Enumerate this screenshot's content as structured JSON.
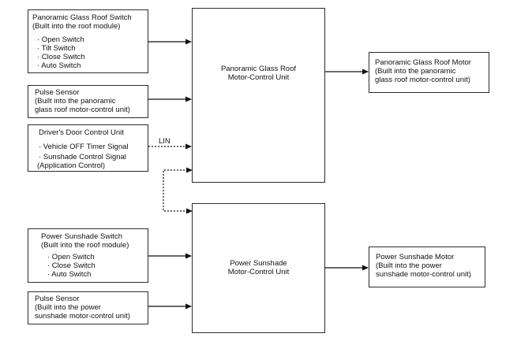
{
  "roof_switch": {
    "title": "Panoramic Glass Roof Switch",
    "subtitle": "(Built into the roof module)",
    "items": [
      "· Open Switch",
      "· Tilt Switch",
      "· Close Switch",
      "· Auto Switch"
    ]
  },
  "roof_pulse": {
    "title": "Pulse Sensor",
    "line1": "(Built into the panoramic",
    "line2": "glass roof motor-control unit)"
  },
  "door_unit": {
    "title": "Driver's Door Control Unit",
    "item1": "· Vehicle OFF Timer Signal",
    "item2": "· Sunshade Control Signal",
    "item3": "(Application Control)"
  },
  "lin_label": "LIN",
  "roof_ecu": {
    "line1": "Panoramic Glass Roof",
    "line2": "Motor-Control Unit"
  },
  "roof_motor": {
    "title": "Panoramic Glass Roof Motor",
    "line1": "(Built into the panoramic",
    "line2": "glass roof motor-control unit)"
  },
  "shade_switch": {
    "title": "Power Sunshade Switch",
    "subtitle": "(Built into the roof module)",
    "items": [
      "· Open Switch",
      "· Close Switch",
      "· Auto Switch"
    ]
  },
  "shade_pulse": {
    "title": "Pulse Sensor",
    "line1": "(Built into the power",
    "line2": "sunshade motor-control unit)"
  },
  "shade_ecu": {
    "line1": "Power Sunshade",
    "line2": "Motor-Control Unit"
  },
  "shade_motor": {
    "title": "Power Sunshade Motor",
    "line1": "(Built into the power",
    "line2": "sunshade motor-control unit)"
  }
}
